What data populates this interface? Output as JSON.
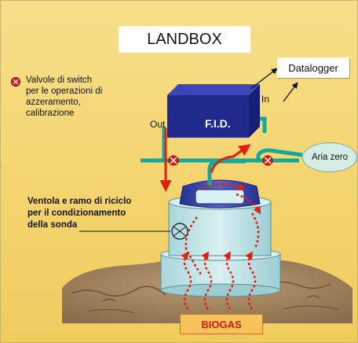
{
  "title": "LANDBOX",
  "datalogger": "Datalogger",
  "legend": {
    "lines": [
      "Valvole di switch",
      "per le operazioni di",
      "azzeramento,",
      "calibrazione"
    ],
    "icon": "red-x-circle-icon"
  },
  "fid": "F.I.D.",
  "port_in": "In",
  "port_out": "Out",
  "aria_zero": "Aria zero",
  "ventola": {
    "lines": [
      "Ventola e ramo di riciclo",
      "per il condizionamento",
      "della sonda"
    ]
  },
  "biogas": "BIOGAS",
  "colors": {
    "background": "#f4d46e",
    "fid_box": "#1f2a8c",
    "pipe": "#16a89b",
    "arrow": "#e02010",
    "valve": "#e02010",
    "soil": "#a0835f",
    "probe": "#bfe3e6"
  }
}
